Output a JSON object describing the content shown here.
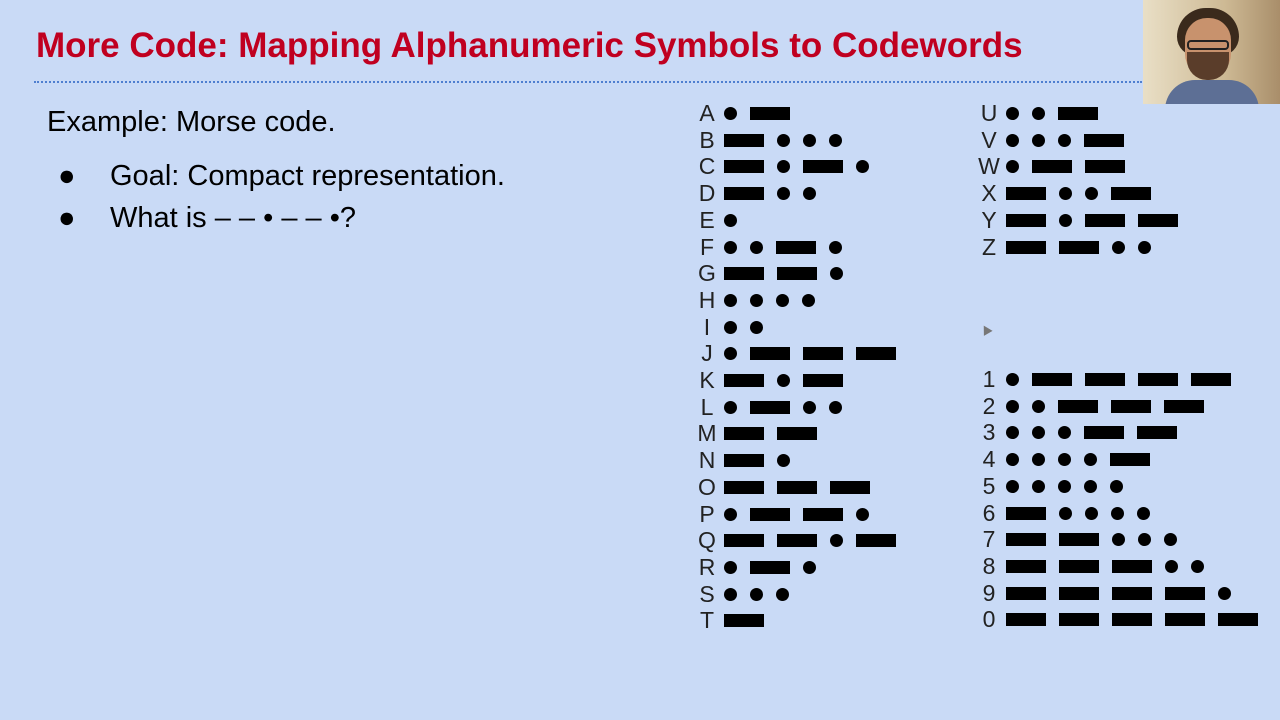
{
  "slide": {
    "title": "More Code: Mapping Alphanumeric Symbols to Codewords",
    "example": "Example: Morse code.",
    "bullets": [
      {
        "marker": "●",
        "text": "Goal: Compact representation."
      },
      {
        "marker": "●",
        "text": "What is – – • – – •?"
      }
    ]
  },
  "morse_letters_left": [
    {
      "char": "A",
      "code": ".-"
    },
    {
      "char": "B",
      "code": "-..."
    },
    {
      "char": "C",
      "code": "-.-."
    },
    {
      "char": "D",
      "code": "-.."
    },
    {
      "char": "E",
      "code": "."
    },
    {
      "char": "F",
      "code": "..-."
    },
    {
      "char": "G",
      "code": "--."
    },
    {
      "char": "H",
      "code": "...."
    },
    {
      "char": "I",
      "code": ".."
    },
    {
      "char": "J",
      "code": ".---"
    },
    {
      "char": "K",
      "code": "-.-"
    },
    {
      "char": "L",
      "code": ".-.."
    },
    {
      "char": "M",
      "code": "--"
    },
    {
      "char": "N",
      "code": "-."
    },
    {
      "char": "O",
      "code": "---"
    },
    {
      "char": "P",
      "code": ".--."
    },
    {
      "char": "Q",
      "code": "--.-"
    },
    {
      "char": "R",
      "code": ".-."
    },
    {
      "char": "S",
      "code": "..."
    },
    {
      "char": "T",
      "code": "-"
    }
  ],
  "morse_letters_right": [
    {
      "char": "U",
      "code": "..-"
    },
    {
      "char": "V",
      "code": "...-"
    },
    {
      "char": "W",
      "code": ".--"
    },
    {
      "char": "X",
      "code": "-..-"
    },
    {
      "char": "Y",
      "code": "-.--"
    },
    {
      "char": "Z",
      "code": "--.."
    }
  ],
  "morse_digits": [
    {
      "char": "1",
      "code": ".----"
    },
    {
      "char": "2",
      "code": "..---"
    },
    {
      "char": "3",
      "code": "...--"
    },
    {
      "char": "4",
      "code": "....-"
    },
    {
      "char": "5",
      "code": "....."
    },
    {
      "char": "6",
      "code": "-...."
    },
    {
      "char": "7",
      "code": "--..."
    },
    {
      "char": "8",
      "code": "---.."
    },
    {
      "char": "9",
      "code": "----."
    },
    {
      "char": "0",
      "code": "-----"
    }
  ],
  "colors": {
    "background": "#c9daf6",
    "title": "#c00020",
    "divider": "#4f7fd0"
  },
  "icons": {
    "cursor": "mouse-pointer-icon",
    "webcam": "webcam-overlay"
  }
}
